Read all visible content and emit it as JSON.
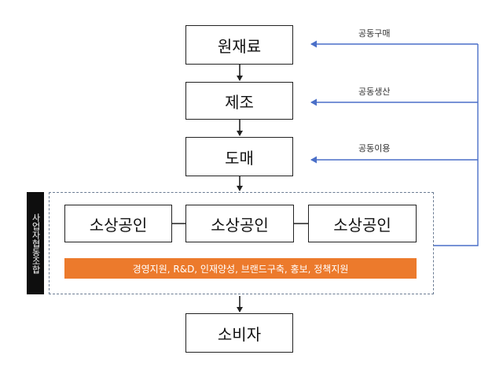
{
  "stages": {
    "raw_material": "원재료",
    "manufacturing": "제조",
    "wholesale": "도매",
    "consumer": "소비자"
  },
  "flows": {
    "joint_purchase": "공동구매",
    "joint_production": "공동생산",
    "joint_use": "공동이용"
  },
  "cooperative": {
    "side_label": "사업자협동조합",
    "members": [
      "소상공인",
      "소상공인",
      "소상공인"
    ],
    "support_bar": "경영지원, R&D, 인재양성, 브랜드구축, 홍보, 정책지원"
  },
  "colors": {
    "feedback_arrow": "#4a6fc8",
    "support_bar": "#ec7a2c",
    "dashed_frame": "#6b7c93"
  }
}
